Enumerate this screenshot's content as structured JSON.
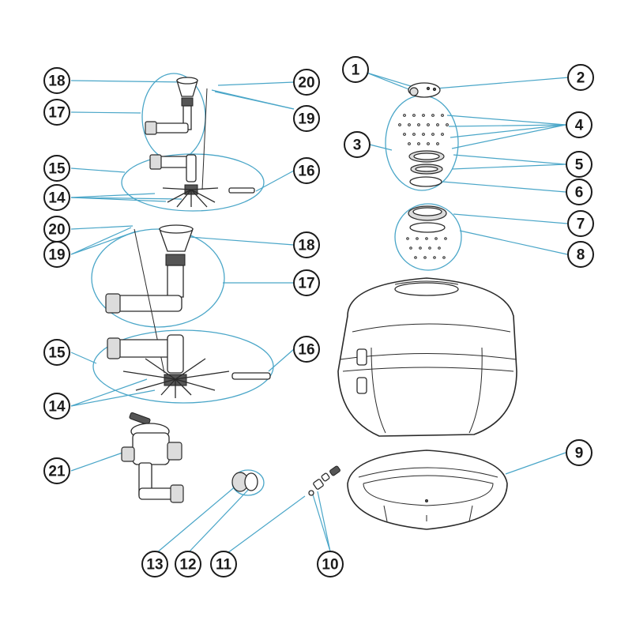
{
  "diagram": {
    "callouts": [
      {
        "id": "c1",
        "label": "1"
      },
      {
        "id": "c2",
        "label": "2"
      },
      {
        "id": "c3",
        "label": "3"
      },
      {
        "id": "c4",
        "label": "4"
      },
      {
        "id": "c5",
        "label": "5"
      },
      {
        "id": "c6",
        "label": "6"
      },
      {
        "id": "c7",
        "label": "7"
      },
      {
        "id": "c8",
        "label": "8"
      },
      {
        "id": "c9",
        "label": "9"
      },
      {
        "id": "c10",
        "label": "10"
      },
      {
        "id": "c11",
        "label": "11"
      },
      {
        "id": "c12",
        "label": "12"
      },
      {
        "id": "c13",
        "label": "13"
      },
      {
        "id": "c14a",
        "label": "14"
      },
      {
        "id": "c15a",
        "label": "15"
      },
      {
        "id": "c16a",
        "label": "16"
      },
      {
        "id": "c17a",
        "label": "17"
      },
      {
        "id": "c18a",
        "label": "18"
      },
      {
        "id": "c19a",
        "label": "19"
      },
      {
        "id": "c20a",
        "label": "20"
      },
      {
        "id": "c14b",
        "label": "14"
      },
      {
        "id": "c15b",
        "label": "15"
      },
      {
        "id": "c16b",
        "label": "16"
      },
      {
        "id": "c17b",
        "label": "17"
      },
      {
        "id": "c18b",
        "label": "18"
      },
      {
        "id": "c19b",
        "label": "19"
      },
      {
        "id": "c20b",
        "label": "20"
      },
      {
        "id": "c21",
        "label": "21"
      }
    ],
    "colors": {
      "leader": "#4aa6c8",
      "outline": "#2a2a2a",
      "background": "#ffffff"
    }
  }
}
